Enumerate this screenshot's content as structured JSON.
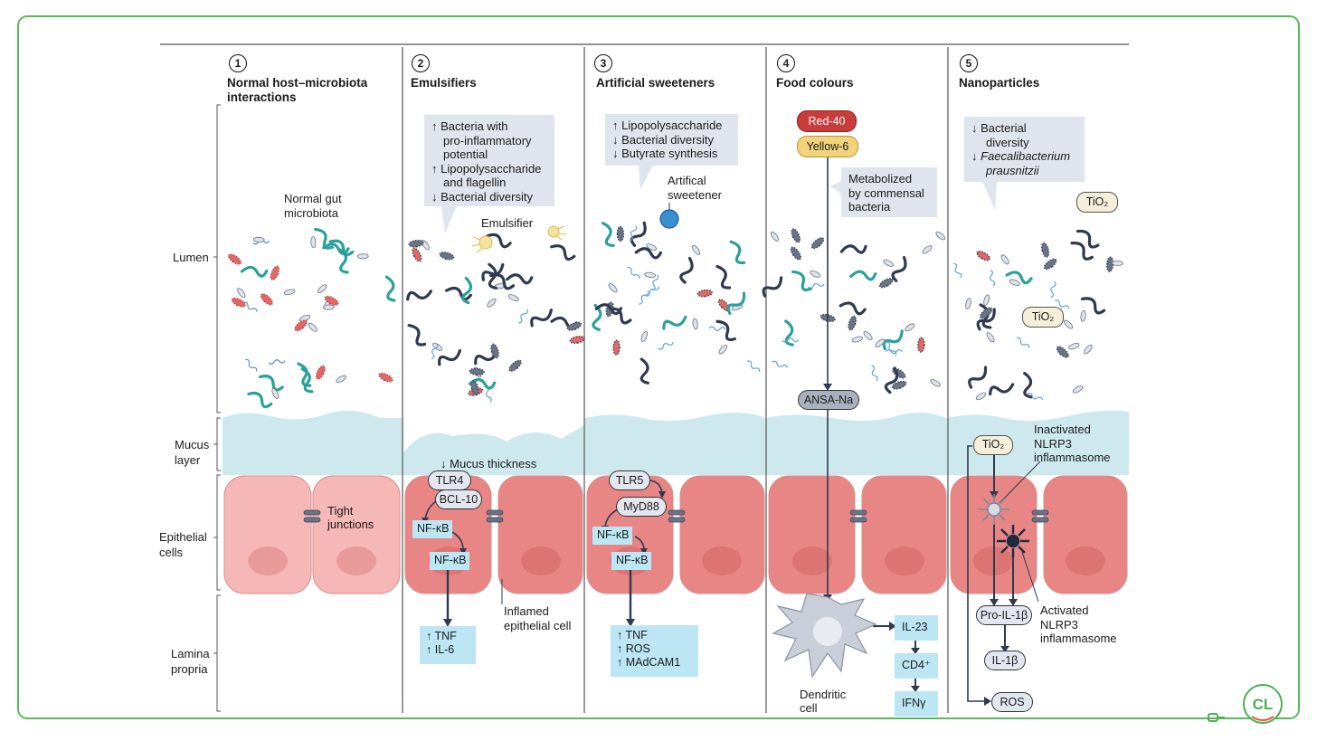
{
  "regions": {
    "lumen": "Lumen",
    "mucus_1": "Mucus",
    "mucus_2": "layer",
    "epithelial_1": "Epithelial",
    "epithelial_2": "cells",
    "lamina_1": "Lamina",
    "lamina_2": "propria"
  },
  "panels": [
    {
      "number": "1",
      "title_1": "Normal host–microbiota",
      "title_2": "interactions"
    },
    {
      "number": "2",
      "title_1": "Emulsifiers"
    },
    {
      "number": "3",
      "title_1": "Artificial sweeteners"
    },
    {
      "number": "4",
      "title_1": "Food colours"
    },
    {
      "number": "5",
      "title_1": "Nanoparticles"
    }
  ],
  "p1": {
    "microbiota_1": "Normal gut",
    "microbiota_2": "microbiota",
    "tight_1": "Tight",
    "tight_2": "junctions"
  },
  "p2": {
    "callout": [
      "↑ Bacteria with",
      "pro-inflammatory",
      "potential",
      "↑ Lipopolysaccharide",
      "and flagellin",
      "↓ Bacterial diversity"
    ],
    "emulsifier": "Emulsifier",
    "mucus_thickness": "↓ Mucus thickness",
    "tlr4": "TLR4",
    "bcl10": "BCL-10",
    "nfkb_1": "NF-κB",
    "nfkb_2": "NF-κB",
    "out": [
      "↑ TNF",
      "↑ IL-6"
    ],
    "inflamed_1": "Inflamed",
    "inflamed_2": "epithelial cell"
  },
  "p3": {
    "callout": [
      "↑ Lipopolysaccharide",
      "↓ Bacterial diversity",
      "↓ Butyrate synthesis"
    ],
    "sweetener_1": "Artifical",
    "sweetener_2": "sweetener",
    "tlr5": "TLR5",
    "myd88": "MyD88",
    "nfkb_1": "NF-κB",
    "nfkb_2": "NF-κB",
    "out": [
      "↑ TNF",
      "↑ ROS",
      "↑ MAdCAM1"
    ]
  },
  "p4": {
    "red40": "Red-40",
    "yellow6": "Yellow-6",
    "callout": [
      "Metabolized",
      "by commensal",
      "bacteria"
    ],
    "ansa": "ANSA-Na",
    "il23": "IL-23",
    "cd4": "CD4⁺",
    "ifng": "IFNγ",
    "dendritic_1": "Dendritic",
    "dendritic_2": "cell"
  },
  "p5": {
    "callout_1": "↓ Bacterial",
    "callout_2": "diversity",
    "callout_3": "↓ ",
    "callout_4": "Faecalibacterium",
    "callout_5": "prausnitzii",
    "tio2_a": "TiO₂",
    "tio2_b": "TiO₂",
    "tio2_c": "TiO₂",
    "inactive": [
      "Inactivated",
      "NLRP3",
      "inflammasome"
    ],
    "active": [
      "Activated",
      "NLRP3",
      "inflammasome"
    ],
    "pro_il1b": "Pro-IL-1β",
    "il1b": "IL-1β",
    "ros": "ROS"
  },
  "colors": {
    "frame": "#4caf50",
    "mucus": "#cde9ee",
    "cell": "#f0a8a8",
    "cell_inflamed": "#e78282",
    "nucleus": "#e88c8c",
    "blue_box": "#bde6f5",
    "callout": "#e0e4ec",
    "red40": "#c83c3c",
    "yellow6": "#f2d27a",
    "bacteria_teal": "#2aa198",
    "bacteria_red": "#e06868",
    "bacteria_dark": "#2f3a4f"
  }
}
